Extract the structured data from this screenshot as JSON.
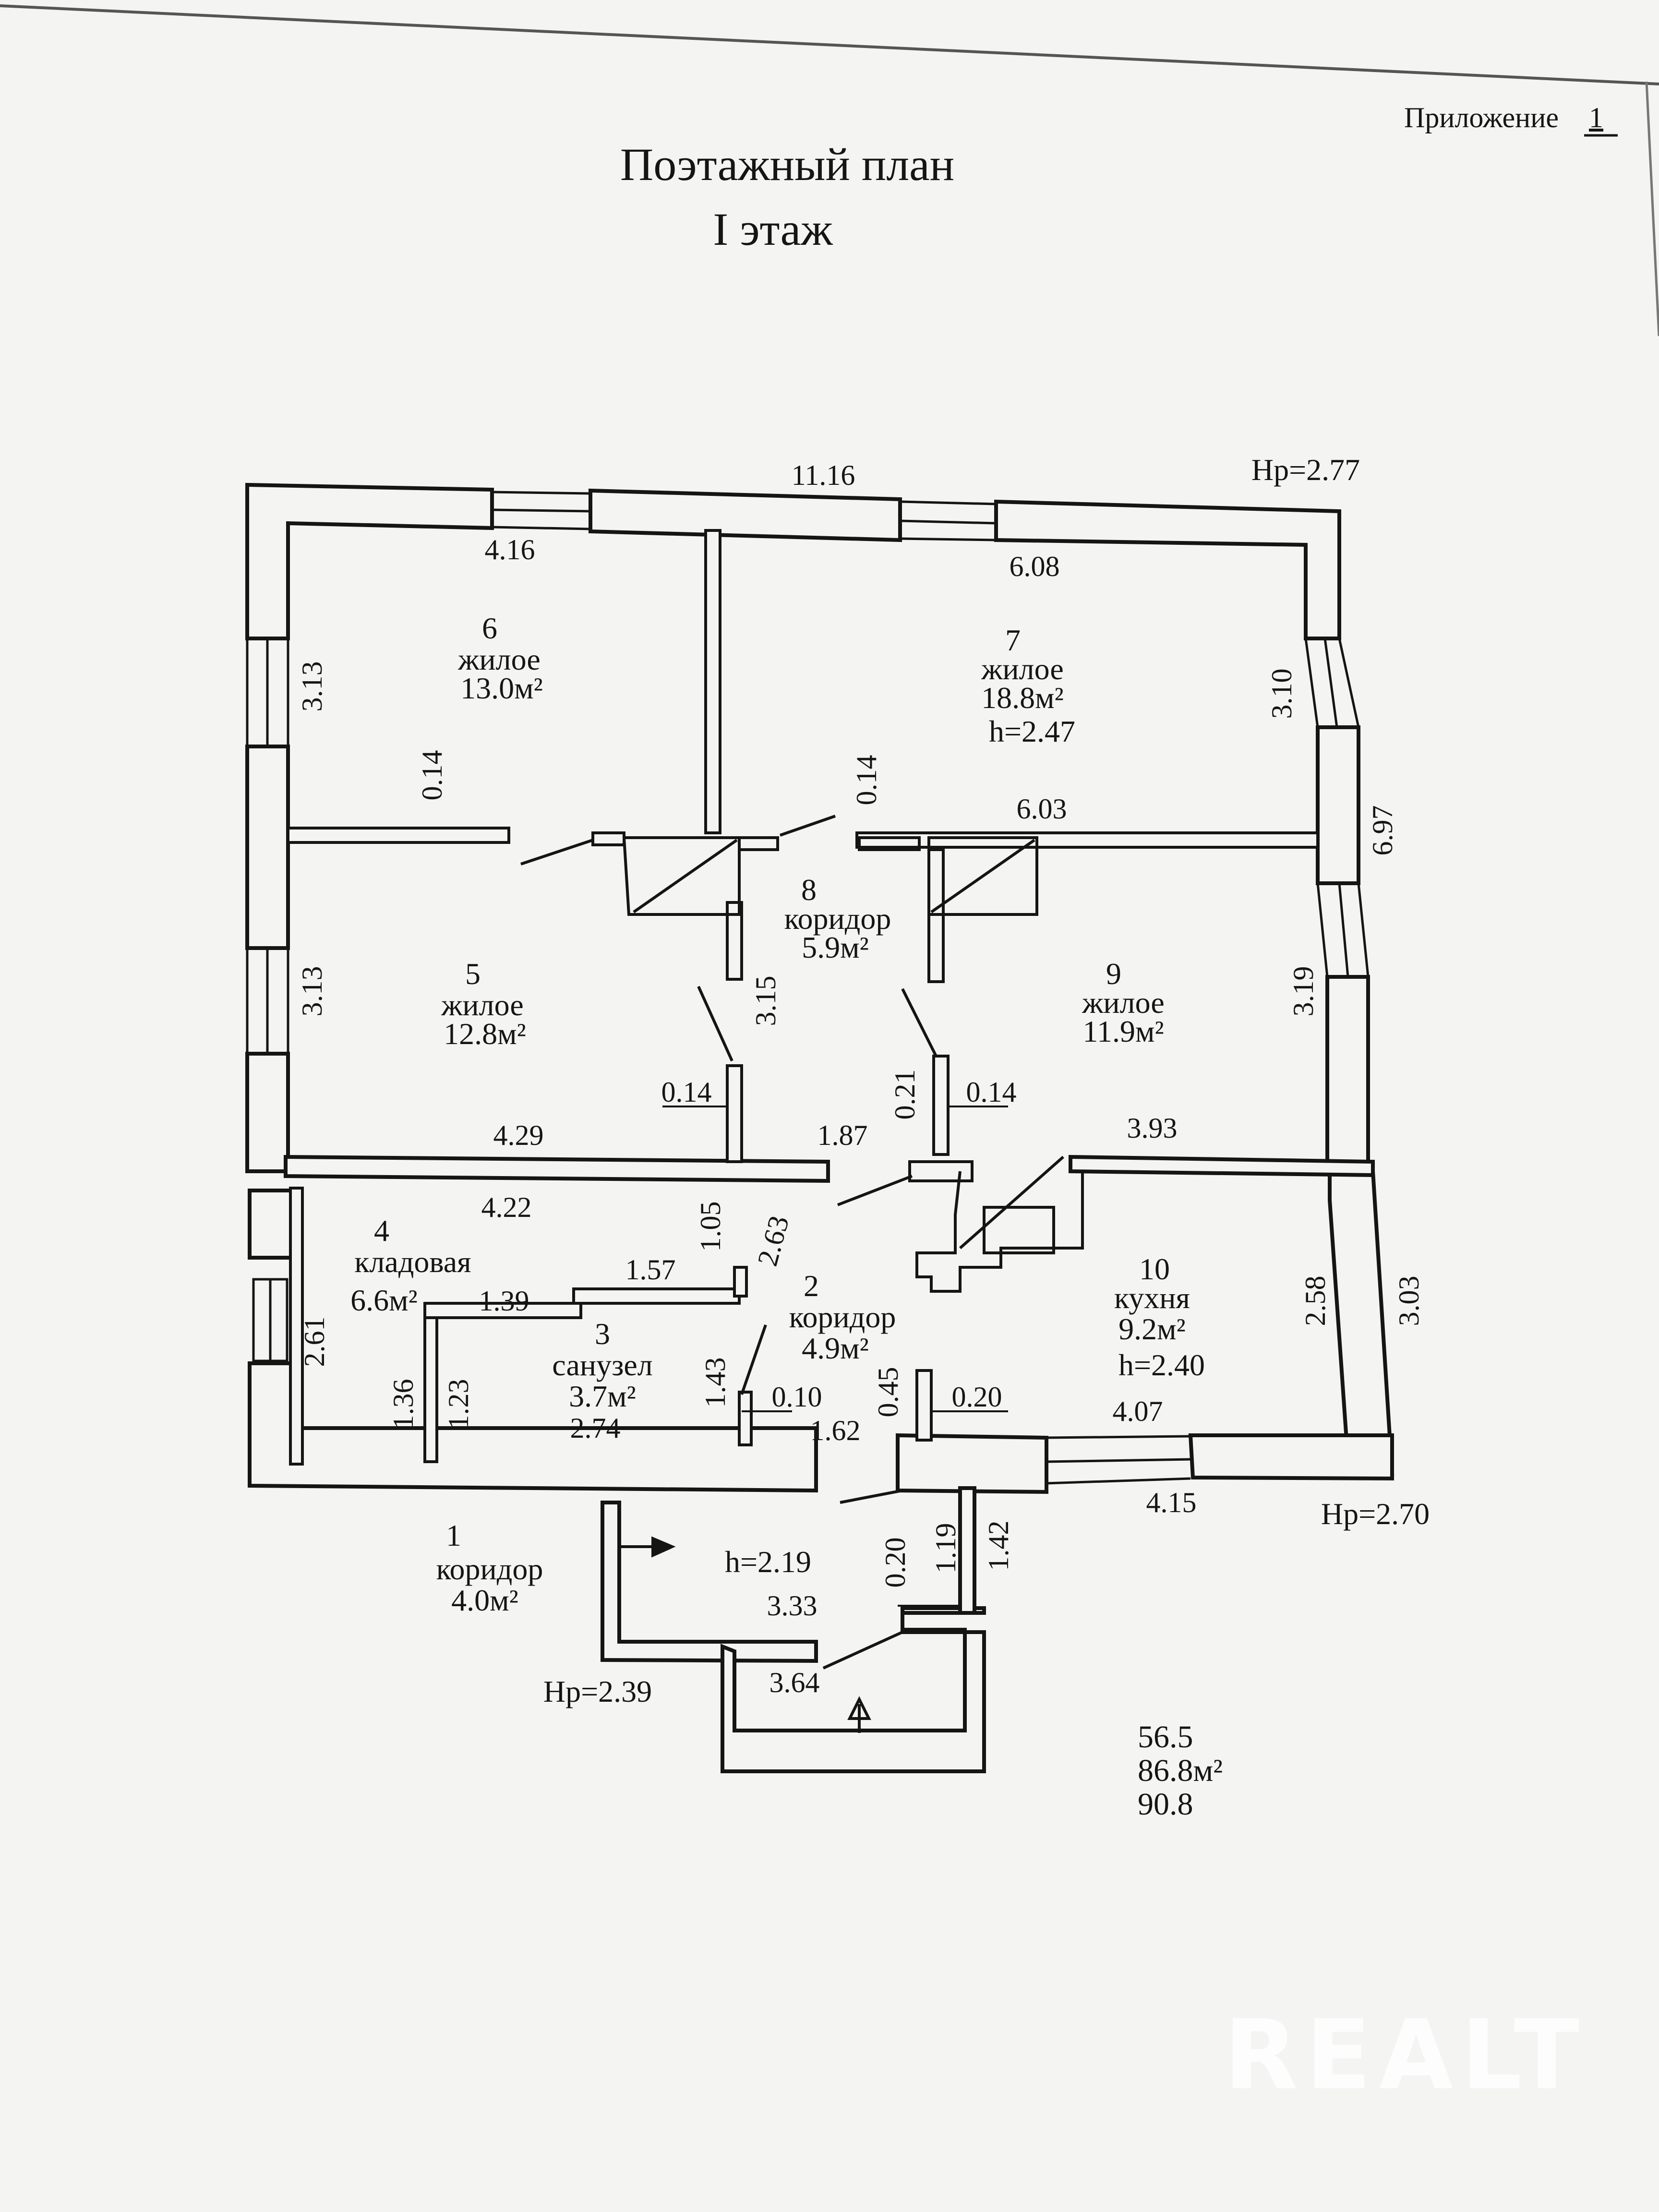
{
  "header": {
    "appendix_label": "Приложение",
    "appendix_number": "1",
    "title": "Поэтажный план",
    "subtitle": "I этаж"
  },
  "rooms": [
    {
      "num": "1",
      "name": "коридор",
      "area": "4.0м²"
    },
    {
      "num": "2",
      "name": "коридор",
      "area": "4.9м²"
    },
    {
      "num": "3",
      "name": "санузел",
      "area": "3.7м²"
    },
    {
      "num": "4",
      "name": "кладовая",
      "area": "6.6м²"
    },
    {
      "num": "5",
      "name": "жилое",
      "area": "12.8м²"
    },
    {
      "num": "6",
      "name": "жилое",
      "area": "13.0м²"
    },
    {
      "num": "7",
      "name": "жилое",
      "area": "18.8м²"
    },
    {
      "num": "8",
      "name": "коридор",
      "area": "5.9м²"
    },
    {
      "num": "9",
      "name": "жилое",
      "area": "11.9м²"
    },
    {
      "num": "10",
      "name": "кухня",
      "area": "9.2м²"
    }
  ],
  "heights": {
    "h_room7": "h=2.47",
    "h_kitchen": "h=2.40",
    "h_entry": "h=2.19",
    "hp_top_right": "Нр=2.77",
    "hp_bottom_right": "Нр=2.70",
    "hp_bottom_left": "Нр=2.39"
  },
  "dimensions": {
    "d_11_16": "11.16",
    "d_4_16": "4.16",
    "d_6_08": "6.08",
    "d_3_13_a": "3.13",
    "d_3_13_b": "3.13",
    "d_3_10": "3.10",
    "d_6_97": "6.97",
    "d_0_14_a": "0.14",
    "d_0_14_b": "0.14",
    "d_6_03": "6.03",
    "d_3_15": "3.15",
    "d_3_19": "3.19",
    "d_0_14_c": "0.14",
    "d_0_21": "0.21",
    "d_0_14_d": "0.14",
    "d_4_29": "4.29",
    "d_1_87": "1.87",
    "d_3_93": "3.93",
    "d_4_22": "4.22",
    "d_1_05": "1.05",
    "d_2_63": "2.63",
    "d_1_57": "1.57",
    "d_1_39": "1.39",
    "d_2_61": "2.61",
    "d_1_36": "1.36",
    "d_1_23": "1.23",
    "d_1_43": "1.43",
    "d_0_10": "0.10",
    "d_0_45": "0.45",
    "d_0_20_a": "0.20",
    "d_2_74": "2.74",
    "d_1_62": "1.62",
    "d_2_58": "2.58",
    "d_3_03": "3.03",
    "d_4_07": "4.07",
    "d_4_15": "4.15",
    "d_3_33": "3.33",
    "d_0_20_b": "0.20",
    "d_1_19": "1.19",
    "d_1_42": "1.42",
    "d_3_64": "3.64"
  },
  "totals": {
    "living": "56.5",
    "total": "86.8м²",
    "gross": "90.8"
  },
  "watermark": "REALT",
  "colors": {
    "paper": "#f4f4f2",
    "ink": "#151515",
    "watermark": "#ffffff"
  }
}
